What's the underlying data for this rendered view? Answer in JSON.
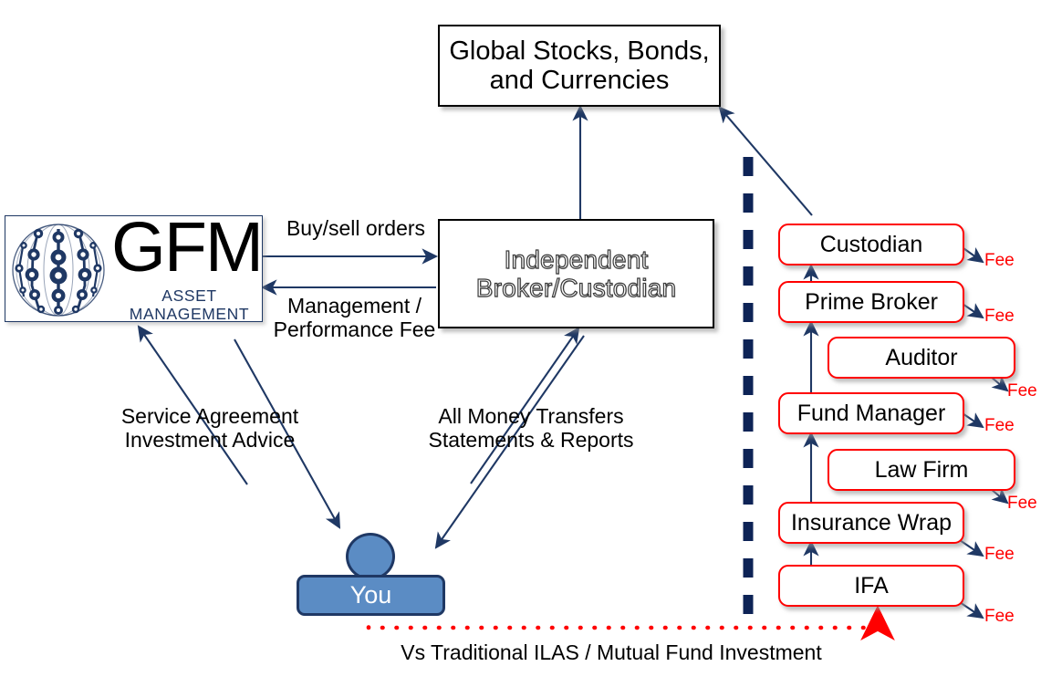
{
  "diagram": {
    "title": "GFM Asset Management investment flow vs traditional ILAS / Mutual Fund structure",
    "colors": {
      "navy": "#1f3864",
      "dark_navy": "#0d2356",
      "red": "#ff0000",
      "blue_fill": "#5b8cc4",
      "black": "#000000",
      "white": "#ffffff"
    }
  },
  "left_flow": {
    "top_box": {
      "label": "Global Stocks, Bonds,\nand Currencies"
    },
    "broker_box": {
      "label": "Independent\nBroker/Custodian"
    },
    "gfm_logo": {
      "wordmark": "GFM",
      "tagline": "ASSET MANAGEMENT",
      "icon": "globe-network-icon"
    },
    "you": {
      "label": "You"
    },
    "arrow_labels": {
      "buy_sell": "Buy/sell orders",
      "management_fee": "Management /\nPerformance Fee",
      "service_agreement": "Service Agreement\nInvestment Advice",
      "money_transfers": "All Money Transfers\nStatements & Reports"
    }
  },
  "right_column": {
    "chain_boxes": [
      {
        "label": "Custodian"
      },
      {
        "label": "Prime Broker"
      },
      {
        "label": "Fund Manager"
      },
      {
        "label": "Insurance Wrap"
      },
      {
        "label": "IFA"
      }
    ],
    "side_boxes": [
      {
        "label": "Auditor"
      },
      {
        "label": "Law Firm"
      }
    ],
    "fee_labels": [
      "Fee",
      "Fee",
      "Fee",
      "Fee",
      "Fee",
      "Fee",
      "Fee"
    ]
  },
  "footer": {
    "caption": "Vs Traditional ILAS / Mutual Fund Investment"
  }
}
